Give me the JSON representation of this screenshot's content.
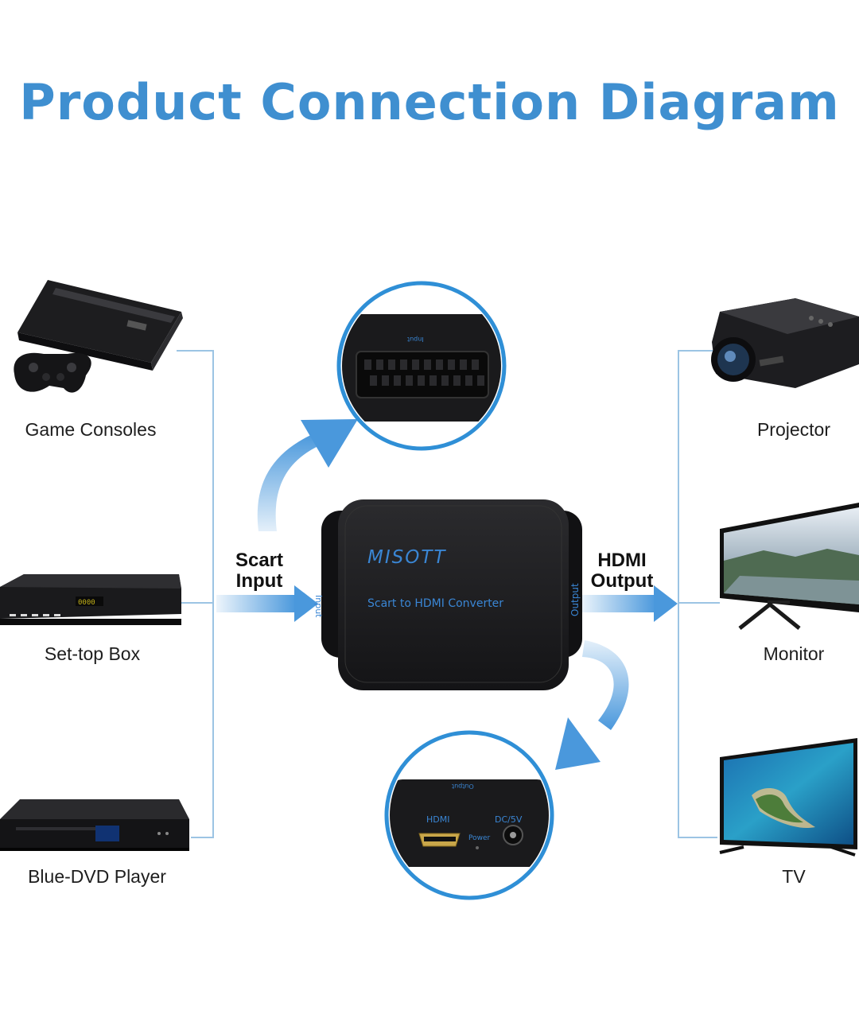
{
  "title": "Product Connection Diagram",
  "sources": [
    {
      "label": "Game Consoles",
      "icon": "game-console-icon"
    },
    {
      "label": "Set-top Box",
      "icon": "set-top-box-icon"
    },
    {
      "label": "Blue-DVD Player",
      "icon": "dvd-player-icon"
    }
  ],
  "outputs": [
    {
      "label": "Projector",
      "icon": "projector-icon"
    },
    {
      "label": "Monitor",
      "icon": "monitor-icon"
    },
    {
      "label": "TV",
      "icon": "tv-icon"
    }
  ],
  "input_label": [
    "Scart",
    "Input"
  ],
  "output_label": [
    "HDMI",
    "Output"
  ],
  "device": {
    "brand": "MISOTT",
    "name": "Scart to HDMI Converter",
    "left_port": "Input",
    "right_port": "Output",
    "top_label": "Input",
    "bottom_label": "Output",
    "hdmi_label": "HDMI",
    "power_label": "Power",
    "dc_label": "DC/5V"
  },
  "colors": {
    "title": "#3f8fd0",
    "arrow": "#4a98dc",
    "line": "#9cc4e4",
    "device": "#1c1c1e",
    "device_text": "#3a86d4"
  }
}
